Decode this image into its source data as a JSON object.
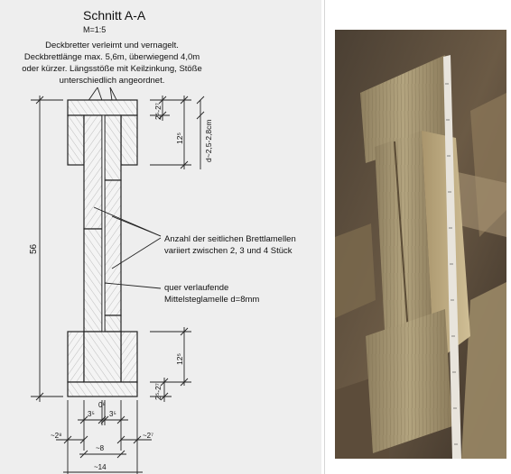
{
  "drawing": {
    "title": "Schnitt A-A",
    "scale": "M=1:5",
    "note_top": [
      "Deckbretter verleimt und vernagelt.",
      "Deckbrettlänge max. 5,6m, überwiegend 4,0m",
      "oder kürzer. Längsstöße mit Keilzinkung, Stöße",
      "unterschiedlich angeordnet."
    ],
    "note_middle": [
      "Anzahl der seitlichen Brettlamellen",
      "variiert zwischen 2, 3 und 4 Stück"
    ],
    "note_bottom": [
      "quer verlaufende",
      "Mittelsteglamelle d=8mm"
    ],
    "dims": {
      "height_total": "56",
      "flange_top": "2⁵-2⁷",
      "flange_depth": "12⁵",
      "thickness_range": "d~2,5-2,8cm",
      "flange_bottom": "2⁵-2⁷",
      "flange_depth_bottom": "12⁵",
      "web_gap": "0⁸",
      "web_left": "3⁵",
      "web_right": "3⁵",
      "side_left": "~2⁸",
      "side_right": "~2⁷",
      "web_total": "~8",
      "flange_width": "~14"
    }
  },
  "photo": {
    "description_icon": "wooden-i-beam-photo"
  }
}
